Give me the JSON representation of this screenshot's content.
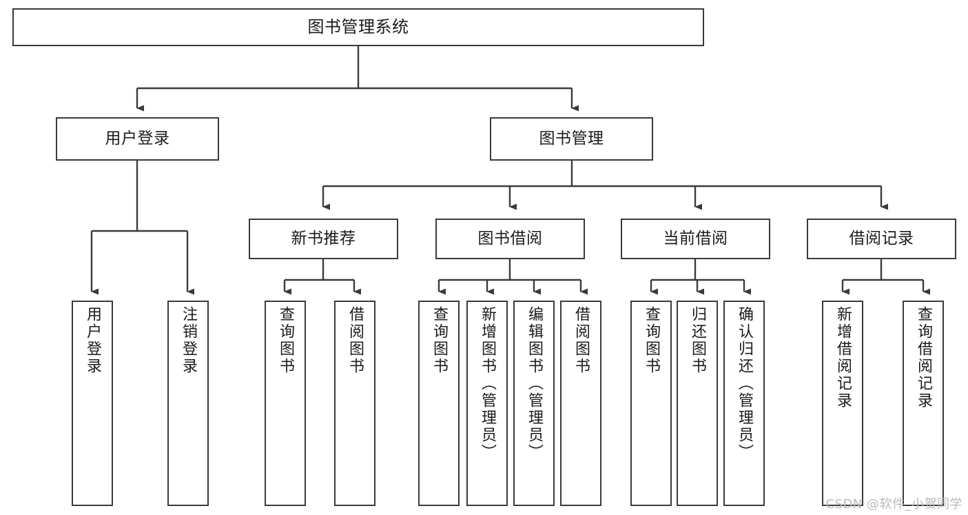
{
  "diagram": {
    "title": "图书管理系统",
    "type": "tree-hierarchy",
    "watermark": "CSDN @软件_小贺同学",
    "style": {
      "background": "#ffffff",
      "box_stroke": "#3a3a3a",
      "box_fill": "#ffffff",
      "text_color": "#1b1b1b",
      "edge_stroke": "#3a3a3a",
      "watermark_color": "#b9b9b9"
    }
  },
  "nodes": {
    "root": {
      "label": "图书管理系统"
    },
    "level1": [
      {
        "id": "user-login",
        "label": "用户登录"
      },
      {
        "id": "book-manage",
        "label": "图书管理"
      }
    ],
    "level2": [
      {
        "id": "new-book-recommend",
        "label": "新书推荐"
      },
      {
        "id": "book-borrow",
        "label": "图书借阅"
      },
      {
        "id": "current-borrow",
        "label": "当前借阅"
      },
      {
        "id": "borrow-record",
        "label": "借阅记录"
      }
    ],
    "leaves": {
      "user_login": [
        {
          "id": "leaf-user-login",
          "label": "用户登录"
        },
        {
          "id": "leaf-logout",
          "label": "注销登录"
        }
      ],
      "new_book_recommend": [
        {
          "id": "leaf-query-book-1",
          "label": "查询图书"
        },
        {
          "id": "leaf-borrow-book-1",
          "label": "借阅图书"
        }
      ],
      "book_borrow": [
        {
          "id": "leaf-query-book-2",
          "label": "查询图书"
        },
        {
          "id": "leaf-add-book",
          "label": "新增图书（管理员）"
        },
        {
          "id": "leaf-edit-book",
          "label": "编辑图书（管理员）"
        },
        {
          "id": "leaf-borrow-book-2",
          "label": "借阅图书"
        }
      ],
      "current_borrow": [
        {
          "id": "leaf-query-book-3",
          "label": "查询图书"
        },
        {
          "id": "leaf-return-book",
          "label": "归还图书"
        },
        {
          "id": "leaf-confirm-return",
          "label": "确认归还（管理员）"
        }
      ],
      "borrow_record": [
        {
          "id": "leaf-add-record",
          "label": "新增借阅记录"
        },
        {
          "id": "leaf-query-record",
          "label": "查询借阅记录"
        }
      ]
    }
  }
}
